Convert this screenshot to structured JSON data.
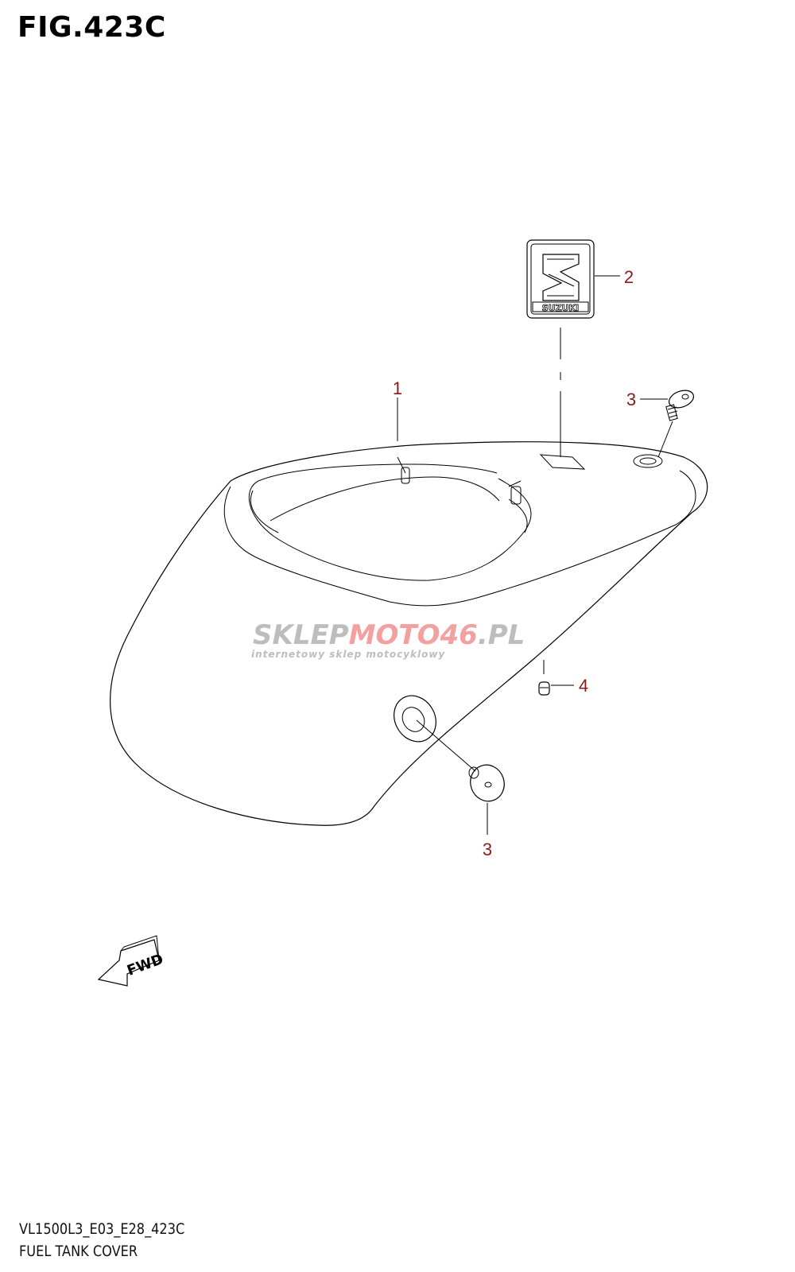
{
  "figure": {
    "title": "FIG.423C",
    "code": "VL1500L3_E03_E28_423C",
    "name": "FUEL TANK COVER"
  },
  "callouts": [
    {
      "id": "c1",
      "label": "1"
    },
    {
      "id": "c2",
      "label": "2"
    },
    {
      "id": "c3a",
      "label": "3"
    },
    {
      "id": "c3b",
      "label": "3"
    },
    {
      "id": "c4",
      "label": "4"
    }
  ],
  "emblem": {
    "text": "SUZUKI"
  },
  "fwd_arrow": {
    "text": "FWD"
  },
  "watermark": {
    "part1": "SKLEP",
    "part2": "MOTO",
    "part3": "46",
    "part4": ".PL",
    "tagline": "internetowy sklep motocyklowy"
  },
  "colors": {
    "callout": "#8b1a1a",
    "watermark_grey": "#bdbdbd",
    "watermark_red": "#f2a0a0"
  }
}
